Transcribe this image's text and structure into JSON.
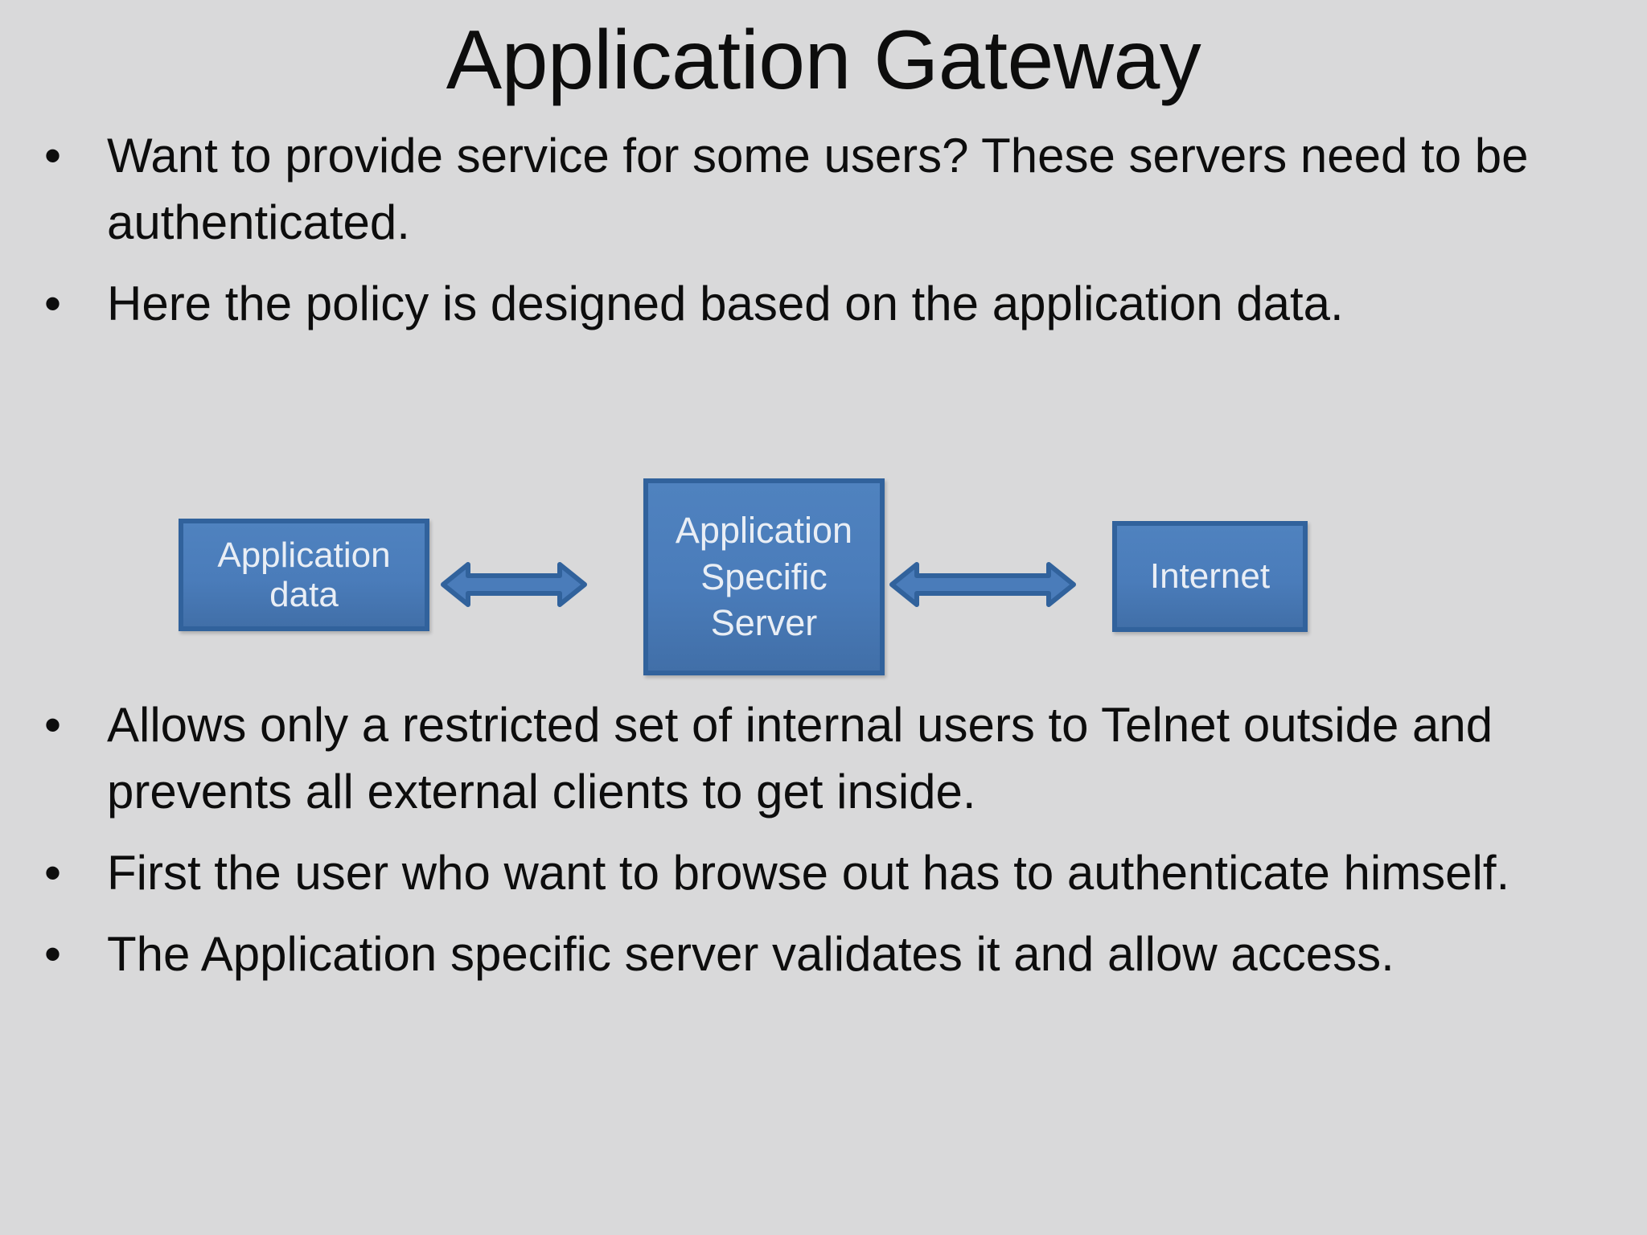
{
  "slide": {
    "title": "Application Gateway",
    "background_color": "#d9d9da",
    "text_color": "#0d0d0d"
  },
  "bullets": [
    {
      "marker": "•",
      "text": "Want to provide service for some users? These servers need to be authenticated."
    },
    {
      "marker": "•",
      "text": "Here the policy is designed based on the application data."
    },
    {
      "marker": "•",
      "text": "Allows only a restricted set of internal users to Telnet outside and prevents all external clients to get inside."
    },
    {
      "marker": "•",
      "text": "First the user who want to browse out has to authenticate himself."
    },
    {
      "marker": "•",
      "text": "The Application specific server validates it and allow access."
    }
  ],
  "diagram": {
    "box_fill_color": "#4a7cba",
    "box_border_color": "#31629c",
    "box_text_color": "#e9eef5",
    "arrow_fill_color": "#4a7cba",
    "arrow_border_color": "#31629c",
    "nodes": [
      {
        "id": "application-data",
        "label": "Application data"
      },
      {
        "id": "application-specific-server",
        "label": "Application Specific Server"
      },
      {
        "id": "internet",
        "label": "Internet"
      }
    ],
    "connectors": [
      {
        "id": "arrow-app-data-to-server",
        "type": "double-headed-arrow"
      },
      {
        "id": "arrow-server-to-internet",
        "type": "double-headed-arrow"
      }
    ]
  }
}
